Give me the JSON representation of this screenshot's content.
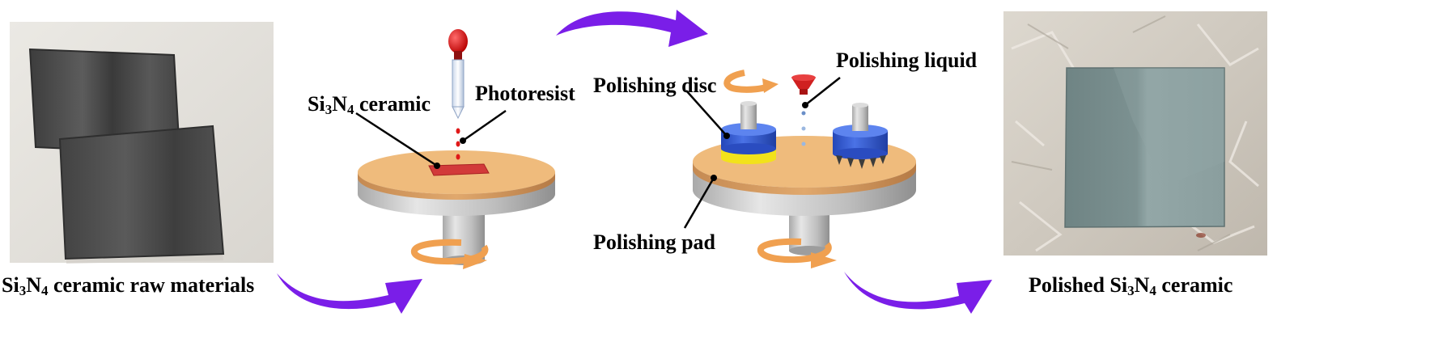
{
  "labels": {
    "raw_material": {
      "pre": "Si",
      "sub1": "3",
      "mid": "N",
      "sub2": "4",
      "post": " ceramic raw materials"
    },
    "ceramic": {
      "pre": "Si",
      "sub1": "3",
      "mid": "N",
      "sub2": "4",
      "post": " ceramic"
    },
    "photoresist": "Photoresist",
    "polishing_disc": "Polishing disc",
    "polishing_liquid": "Polishing liquid",
    "polishing_pad": "Polishing pad",
    "polished": {
      "pre": "Polished Si",
      "sub1": "3",
      "mid": "N",
      "sub2": "4",
      "post": " ceramic"
    }
  },
  "colors": {
    "process_arrow": "#7a1ee8",
    "rotation_arrow": "#f0a050",
    "platen_top": "#efbb7c",
    "platen_body": "#b9b9b9",
    "disc": "#3a62d8",
    "pad_layer": "#f2e21b",
    "ceramic_sample": "#d23a3a",
    "photoresist_drop": "#e01818"
  },
  "icons": [
    "rotation-arrow-icon",
    "process-arrow-icon",
    "dropper-icon",
    "funnel-icon"
  ]
}
